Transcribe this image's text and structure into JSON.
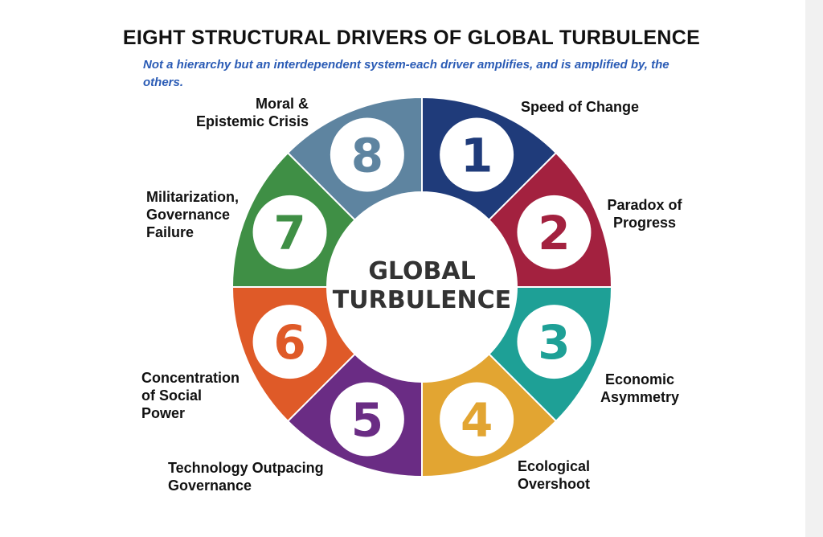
{
  "title": "EIGHT STRUCTURAL DRIVERS OF GLOBAL TURBULENCE",
  "subtitle": "Not a hierarchy but an interdependent system-each driver amplifies, and is amplified by, the others.",
  "center": {
    "line1": "GLOBAL",
    "line2": "TURBULENCE"
  },
  "drivers": [
    {
      "number": "1",
      "label": "Speed of Change",
      "color": "#1f3b7a"
    },
    {
      "number": "2",
      "label": "Paradox of Progress",
      "color": "#a3213f"
    },
    {
      "number": "3",
      "label": "Economic Asymmetry",
      "color": "#1ea096"
    },
    {
      "number": "4",
      "label": "Ecological Overshoot",
      "color": "#e2a532"
    },
    {
      "number": "5",
      "label": "Technology Outpacing Governance",
      "color": "#6a2c84"
    },
    {
      "number": "6",
      "label": "Concentration of Social Power",
      "color": "#df5a28"
    },
    {
      "number": "7",
      "label": "Militarization, Governance Failure",
      "color": "#3f8f45"
    },
    {
      "number": "8",
      "label": "Moral & Epistemic Crisis",
      "color": "#5e84a0"
    }
  ]
}
